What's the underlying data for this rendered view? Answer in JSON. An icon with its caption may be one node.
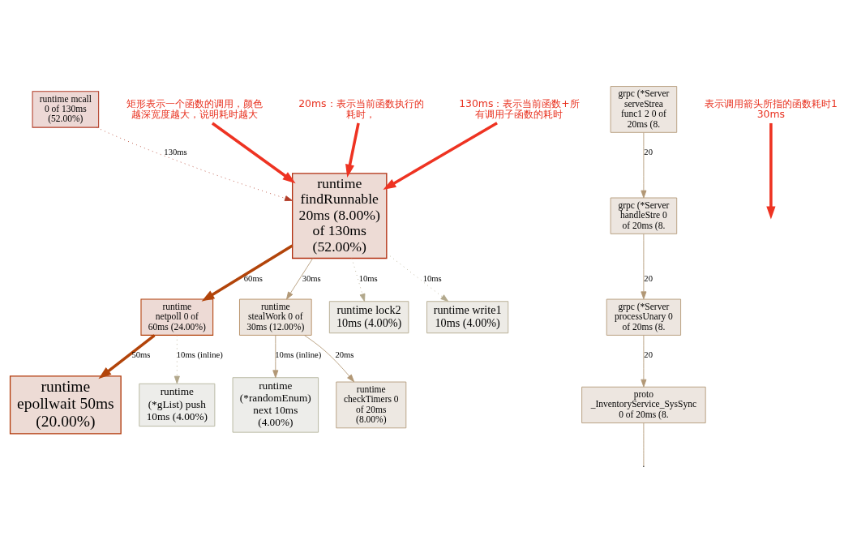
{
  "diagram": {
    "nodes": [
      {
        "text": [
          "runtime mcall 0 of 130ms (52.00%)"
        ]
      },
      {
        "text": [
          "runtime findRunnable 20ms (8.00%) of 130ms (52.00%)"
        ]
      },
      {
        "text": [
          "runtime netpoll 0 of 60ms (24.00%)"
        ]
      },
      {
        "text": [
          "runtime stealWork 0 of 30ms (12.00%)"
        ]
      },
      {
        "text": [
          "runtime lock2 10ms (4.00%)"
        ]
      },
      {
        "text": [
          "runtime write1 10ms (4.00%)"
        ]
      },
      {
        "text": [
          "runtime epollwait 50ms (20.00%)"
        ]
      },
      {
        "text": [
          "runtime (*gList) push 10ms (4.00%)"
        ]
      },
      {
        "text": [
          "runtime (*randomEnum) next 10ms (4.00%)"
        ]
      },
      {
        "text": [
          "runtime checkTimers 0 of 20ms (8.00%)"
        ]
      },
      {
        "text": [
          "grpc (*Server serveStrea func1 2 0 of 20ms (8."
        ]
      },
      {
        "text": [
          "grpc (*Server handleStre 0 of 20ms (8."
        ]
      },
      {
        "text": [
          "grpc (*Server processUnary 0 of 20ms (8."
        ]
      },
      {
        "text": [
          "proto _InventoryService_SysSync 0 of 20ms (8."
        ]
      },
      {
        "text": [
          "表示调用箭头所指的函数耗时130ms"
        ]
      },
      {
        "text": [
          "矩形表示一个函数的调用，颜色越深宽度越大，说明耗时越大"
        ]
      },
      {
        "text": [
          "20ms：表示当前函数执行的耗时，"
        ]
      },
      {
        "text": [
          "130ms：表示当前函数+所有调用子函数的耗时"
        ]
      }
    ],
    "edges": [
      {
        "from": 0,
        "to": 1,
        "arrow": "to",
        "label": "130ms",
        "style": "dashed",
        "color": "#b23c27"
      },
      {
        "from": 1,
        "to": 2,
        "arrow": "to",
        "label": "60ms",
        "style": "thick",
        "color": "#b2440a"
      },
      {
        "from": 1,
        "to": 3,
        "arrow": "to",
        "label": "30ms"
      },
      {
        "from": 1,
        "to": 4,
        "arrow": "to",
        "label": "10ms",
        "style": "dashed",
        "color": "#b2a88c"
      },
      {
        "from": 1,
        "to": 5,
        "arrow": "to",
        "label": "10ms",
        "style": "dashed",
        "color": "#b2a88c"
      },
      {
        "from": 2,
        "to": 6,
        "arrow": "to",
        "label": "50ms",
        "style": "thick",
        "color": "#b2440a"
      },
      {
        "from": 2,
        "to": 7,
        "arrow": "to",
        "label": "10ms (inline)",
        "style": "dashed",
        "color": "#b2a88c"
      },
      {
        "from": 3,
        "to": 8,
        "arrow": "to",
        "label": "10ms (inline)"
      },
      {
        "from": 3,
        "to": 9,
        "arrow": "to",
        "label": "20ms"
      },
      {
        "from": 10,
        "to": 11,
        "arrow": "to",
        "label": "20"
      },
      {
        "from": 11,
        "to": 12,
        "arrow": "to",
        "label": "20"
      },
      {
        "from": 12,
        "to": 13,
        "arrow": "to",
        "label": "20"
      },
      {
        "from": 13,
        "to": null,
        "arrow": "none"
      },
      {
        "from": 14,
        "to": null,
        "arrow": "to",
        "style": "thick",
        "color": "#ee3322"
      },
      {
        "from": 15,
        "to": 1,
        "arrow": "to",
        "style": "thick",
        "color": "#ee3322"
      },
      {
        "from": 16,
        "to": 1,
        "arrow": "to",
        "style": "thick",
        "color": "#ee3322"
      },
      {
        "from": 17,
        "to": 1,
        "arrow": "to",
        "style": "thick",
        "color": "#ee3322"
      }
    ]
  }
}
